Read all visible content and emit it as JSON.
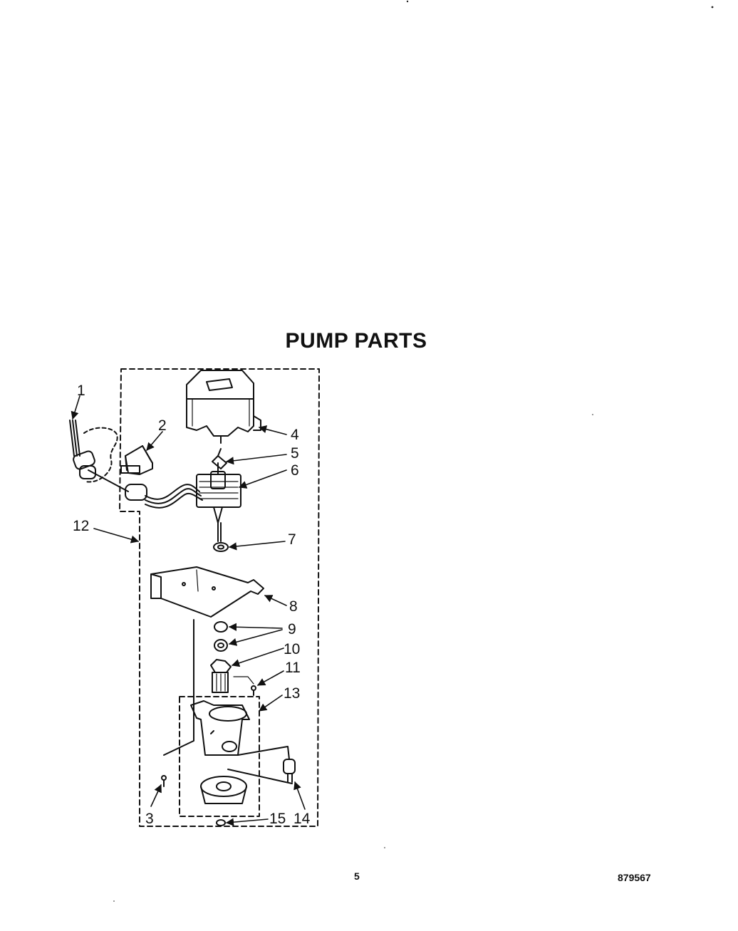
{
  "title": "PUMP PARTS",
  "page_number": "5",
  "document_number": "879567",
  "callouts": [
    "1",
    "2",
    "3",
    "4",
    "5",
    "6",
    "7",
    "8",
    "9",
    "10",
    "11",
    "12",
    "13",
    "14",
    "15"
  ]
}
